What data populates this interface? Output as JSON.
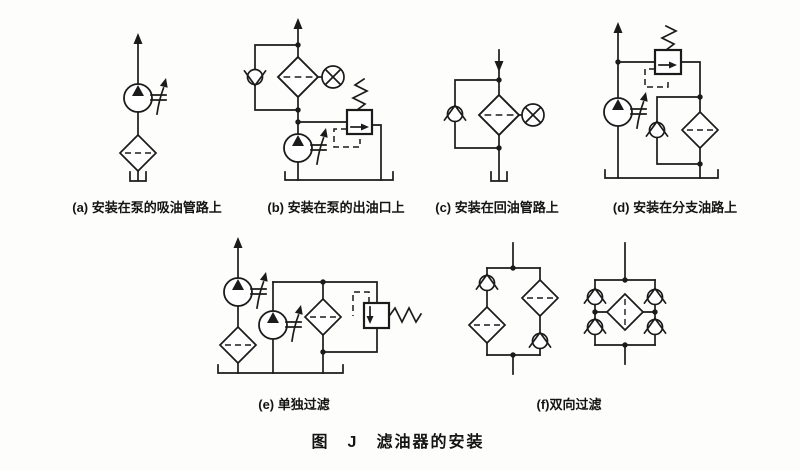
{
  "figure": {
    "caption": "图　J　滤油器的安装",
    "panels": [
      {
        "id": "a",
        "label": "(a) 安装在泵的吸油管路上"
      },
      {
        "id": "b",
        "label": "(b) 安装在泵的出油口上"
      },
      {
        "id": "c",
        "label": "(c) 安装在回油管路上"
      },
      {
        "id": "d",
        "label": "(d) 安装在分支油路上"
      },
      {
        "id": "e",
        "label": "(e) 单独过滤"
      },
      {
        "id": "f",
        "label": "(f)双向过滤"
      }
    ],
    "symbols": [
      "hydraulic-pump",
      "filter",
      "check-valve",
      "relief-valve",
      "clogging-indicator",
      "tank",
      "flow-arrow"
    ],
    "colors": {
      "ink": "#1b1b1b",
      "paper": "#fdfdfb"
    }
  }
}
